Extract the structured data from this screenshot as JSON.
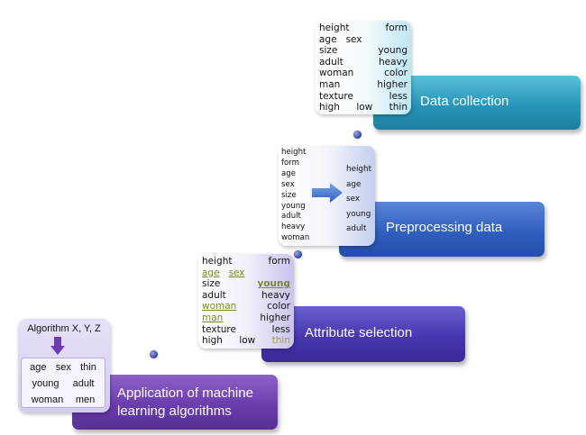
{
  "steps": {
    "data_collection": "Data collection",
    "preprocessing": "Preprocessing data",
    "attribute_selection": "Attribute selection",
    "application_line1": "Application of machine",
    "application_line2": "learning algorithms"
  },
  "card_data_collection": {
    "rows": [
      [
        "height",
        "form"
      ],
      [
        "age",
        "sex"
      ],
      [
        "size",
        "young"
      ],
      [
        "adult",
        "heavy"
      ],
      [
        "woman",
        "color"
      ],
      [
        "man",
        "higher"
      ],
      [
        "texture",
        "less"
      ],
      [
        "high",
        "low",
        "thin"
      ]
    ]
  },
  "card_preprocessing": {
    "left": [
      "height",
      "form",
      "age",
      "sex",
      "size",
      "young",
      "adult",
      "heavy",
      "woman"
    ],
    "right": [
      "height",
      "age",
      "sex",
      "young",
      "adult"
    ]
  },
  "card_attribute": {
    "rows": [
      [
        "height",
        "form"
      ],
      [
        "age",
        "sex"
      ],
      [
        "size",
        "young"
      ],
      [
        "adult",
        "heavy"
      ],
      [
        "woman",
        "color"
      ],
      [
        "man",
        "higher"
      ],
      [
        "texture",
        "less"
      ],
      [
        "high",
        "low",
        "thin"
      ]
    ]
  },
  "card_algorithm": {
    "title": "Algorithm X, Y, Z",
    "rows": [
      [
        "age",
        "sex",
        "thin"
      ],
      [
        "young",
        "adult"
      ],
      [
        "woman",
        "men"
      ]
    ]
  },
  "colors": {
    "data_collection": "#2a9cbd",
    "preprocessing": "#2f5fc0",
    "attribute_selection": "#4637b0",
    "application": "#6a3cad"
  }
}
